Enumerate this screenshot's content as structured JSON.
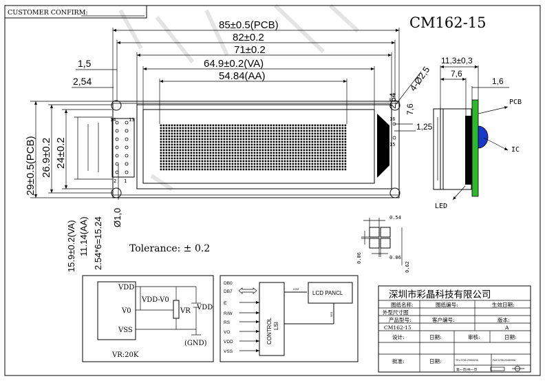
{
  "header": {
    "customer_confirm": "CUSTOMER CONFIRM:",
    "model": "CM162-15"
  },
  "dims": {
    "pcb_w": "85±0.5(PCB)",
    "outer_w": "82±0.2",
    "inner_w": "71±0.2",
    "va_w": "64.9±0.2(VA)",
    "aa_w": "54.84(AA)",
    "left_a": "1,5",
    "left_b": "2,54",
    "hole": "4-Ø2,5",
    "pitch_top": "2,54",
    "pin_off": "7,6",
    "pin_h": "1,25",
    "pcb_h": "29±0.5(PCB)",
    "h1": "26.9±0.2",
    "h2": "24±0.2",
    "va_h": "15.9±0.2(VA)",
    "aa_h": "11.14(AA)",
    "pins_span": "2.54*6=15.24",
    "pin_dia": "Ø1,0",
    "side_total": "11,3±0,3",
    "side_a": "7,6",
    "side_b": "1,6"
  },
  "pins": {
    "p14": "14",
    "p13": "13",
    "p2": "2",
    "p1": "1",
    "p16": "16",
    "p15": "15"
  },
  "side_labels": {
    "pcb": "PCB",
    "ic": "IC",
    "led": "LED"
  },
  "dot_detail": {
    "d1": "0.54",
    "d2": "0.06",
    "d3": "0.06",
    "d4": "0.62"
  },
  "tolerance": "Tolerance: ± 0.2",
  "circuit": {
    "vdd": "VDD",
    "v0": "V0",
    "vss": "VSS",
    "vdd_v0": "VDD-V0",
    "vr": "VR",
    "vdd_r": "VDD",
    "gnd": "(GND)",
    "vr_value": "VR:20K"
  },
  "block": {
    "db0": "DB0",
    "db7": "DB7",
    "e": "E",
    "rw": "R/W",
    "rs": "RS",
    "vo": "VO",
    "vdd": "VDD",
    "vss": "VSS",
    "control": "CONTROL",
    "lsi": "LSI",
    "lcd": "LCD PANCL",
    "com": "COM",
    "seg": "SEG"
  },
  "title_block": {
    "company": "深圳市彩晶科技有限公司",
    "drawing_name": "图纸名称:",
    "drawing_no": "图纸编号:",
    "effective_date": "生效日期:",
    "outline": "外型尺寸图",
    "product_model": "产品型号:",
    "customer_no": "客户编号:",
    "version": "版本:",
    "model_value": "CM162-15",
    "version_value": "A",
    "design": "设计:",
    "date1": "日期:",
    "review": "审核:",
    "date2": "日期:",
    "approve": "批准:",
    "date3": "日期:",
    "tel": "TEL:0755-29995238",
    "fax": "FAX:0755-29459908",
    "page": "第一页/共一页"
  }
}
